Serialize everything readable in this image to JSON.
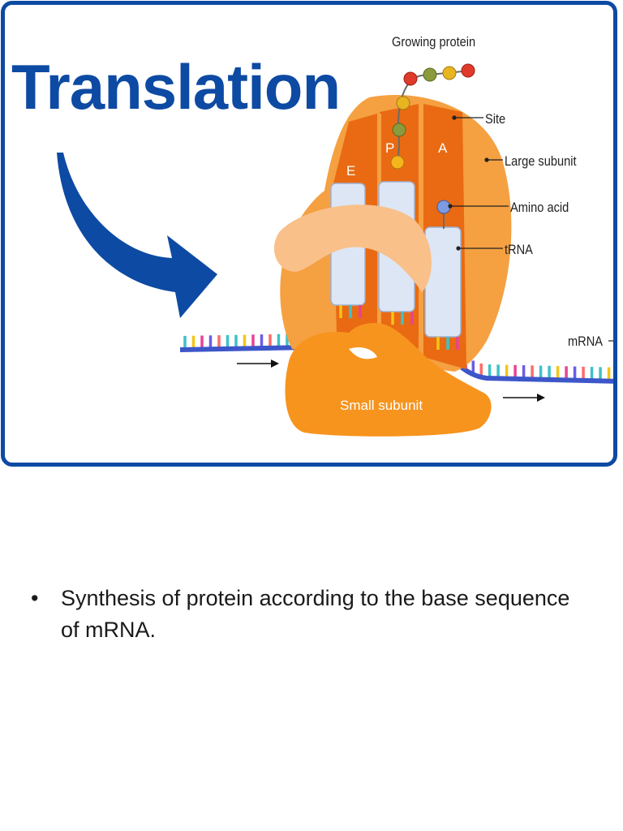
{
  "diagram": {
    "title": "Translation",
    "labels": {
      "growing_protein": "Growing protein",
      "site": "Site",
      "large_subunit": "Large subunit",
      "amino_acid": "Amino acid",
      "trna": "tRNA",
      "mrna": "mRNA",
      "small_subunit": "Small subunit"
    },
    "sites": [
      "E",
      "P",
      "A"
    ],
    "colors": {
      "frame": "#0d4aa3",
      "arrow": "#0d4aa3",
      "large_subunit": "#f5a041",
      "site_stripes": "#e96a12",
      "small_subunit": "#f7941e",
      "trna": "#dde6f5",
      "mrna_backbone": "#3d56c9"
    }
  },
  "bullets": [
    "Synthesis of protein according to the base sequence of mRNA."
  ]
}
